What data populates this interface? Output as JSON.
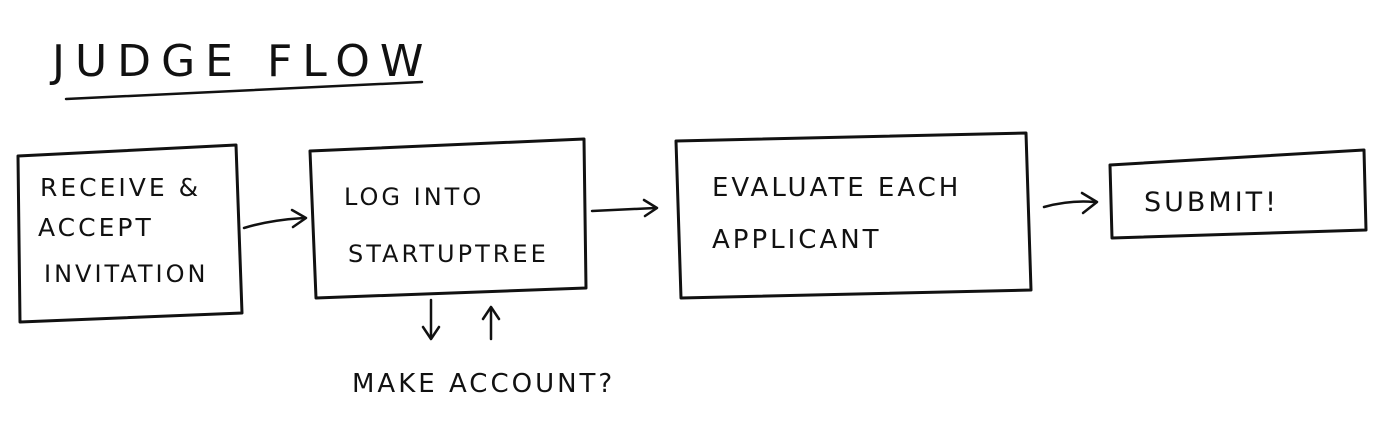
{
  "title": "JUDGE FLOW",
  "steps": [
    {
      "lines": [
        "RECEIVE &",
        "ACCEPT",
        "INVITATION"
      ]
    },
    {
      "lines": [
        "LOG INTO",
        "STARTUPTREE"
      ]
    },
    {
      "lines": [
        "EVALUATE EACH",
        "APPLICANT"
      ]
    },
    {
      "lines": [
        "SUBMIT!"
      ]
    }
  ],
  "side_note": "MAKE ACCOUNT?"
}
